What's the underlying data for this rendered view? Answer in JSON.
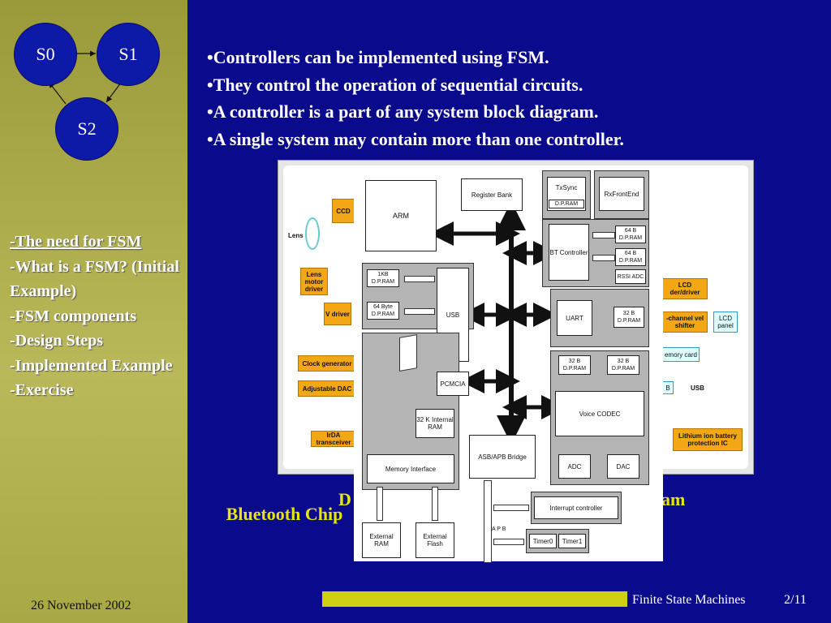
{
  "fsm": {
    "states": [
      "S0",
      "S1",
      "S2"
    ]
  },
  "toc": {
    "current": "-The need for FSM",
    "items": [
      "-What is a FSM? (Initial Example)",
      "-FSM components",
      "-Design Steps",
      "-Implemented Example",
      "-Exercise"
    ]
  },
  "bullets": [
    "•Controllers can be implemented using FSM.",
    "•They control the operation of sequential circuits.",
    "•A controller is a part of any system block diagram.",
    "•A single system may contain more than one controller."
  ],
  "captions": {
    "bluetooth": "Bluetooth Chip",
    "digital_left": "D",
    "digital_right": "am"
  },
  "footer": {
    "date": "26 November 2002",
    "title": "Finite State Machines",
    "page": "2/11"
  },
  "camera_diagram": {
    "labels": [
      "CCD",
      "Lens",
      "Lens motor driver",
      "V driver",
      "Clock generator",
      "Adjustable DAC",
      "IrDA transceiver",
      "LCD der/driver",
      "-channel vel shifter",
      "LCD panel",
      "emory card",
      "USB",
      "Lithium ion battery protection IC",
      "B"
    ]
  },
  "bt_diagram": {
    "blocks": {
      "arm": "ARM",
      "register_bank": "Register Bank",
      "txsync": "TxSync",
      "txsync_ram": "D.P.RAM",
      "rxfrontend": "RxFrontEnd",
      "bt_controller": "BT Controller",
      "ram64a": "64 B D.P.RAM",
      "ram64b": "64 B D.P.RAM",
      "rssi": "RSSI ADC",
      "ram1kb": "1KB D.P.RAM",
      "ram64byte": "64 Byte D.P.RAM",
      "usb": "USB",
      "uart": "UART",
      "ram32uart": "32 B D.P.RAM",
      "pcmcia": "PCMCIA",
      "ram32a": "32 B D.P.RAM",
      "ram32b": "32 B D.P.RAM",
      "internal_ram": "32 K Internal RAM",
      "voice_codec": "Voice CODEC",
      "mem_interface": "Memory Interface",
      "bridge": "ASB/APB Bridge",
      "adc": "ADC",
      "dac": "DAC",
      "ext_ram": "External RAM",
      "ext_flash": "External Flash",
      "interrupt": "Interrupt controller",
      "apb": "A P B",
      "timer0": "Timer0",
      "timer1": "Timer1"
    }
  }
}
